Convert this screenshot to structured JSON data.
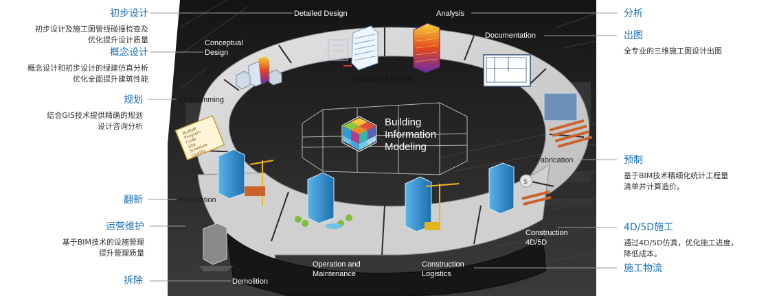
{
  "center": {
    "line1": "Building",
    "line2": "Information",
    "line3": "Modeling"
  },
  "ring_label": "VISUALIZATION",
  "stages": {
    "detailed_design": "Detailed Design",
    "analysis": "Analysis",
    "documentation": "Documentation",
    "conceptual_design_1": "Conceptual",
    "conceptual_design_2": "Design",
    "programming": "Programming",
    "fabrication": "Fabrication",
    "renovation": "Renovation",
    "construction_4d5d_1": "Construction",
    "construction_4d5d_2": "4D/5D",
    "operation_1": "Operation and",
    "operation_2": "Maintenance",
    "logistics_1": "Construction",
    "logistics_2": "Logistics",
    "demolition": "Demolition"
  },
  "checklist_text": [
    "Budget",
    "Program",
    "Code",
    "Site",
    "Schedule",
    "Quality"
  ],
  "left_notes": {
    "preliminary": {
      "title": "初步设计",
      "desc1": "初步设计及施工图管线碰撞检查及",
      "desc2": "优化提升设计质量"
    },
    "concept": {
      "title": "概念设计",
      "desc1": "概念设计和初步设计的绿建仿真分析",
      "desc2": "优化全面提升建筑性能"
    },
    "planning": {
      "title": "规划",
      "desc1": "结合GIS技术提供精确的规划",
      "desc2": "设计咨询分析"
    },
    "renovation": {
      "title": "翻新"
    },
    "operation": {
      "title": "运营维护",
      "desc1": "基于BIM技术的设施管理",
      "desc2": "提升管理质量"
    },
    "demolition": {
      "title": "拆除"
    }
  },
  "right_notes": {
    "analysis": {
      "title": "分析"
    },
    "drawing": {
      "title": "出图",
      "desc1": "全专业的三维施工图设计出图"
    },
    "prefab": {
      "title": "预制",
      "desc1": "基于BIM技术精细化统计工程量",
      "desc2": "清单并计算造价。"
    },
    "construction": {
      "title": "4D/5D施工",
      "desc1": "通过4D/5D仿真，优化施工进度，",
      "desc2": "降低成本。"
    },
    "logistics": {
      "title": "施工物流"
    }
  },
  "colors": {
    "accent_blue": "#1a6fb3",
    "background_dark": "#1e1e1e",
    "ring_fill": "#d7d7d7",
    "leader_line": "#9a9a9a"
  }
}
